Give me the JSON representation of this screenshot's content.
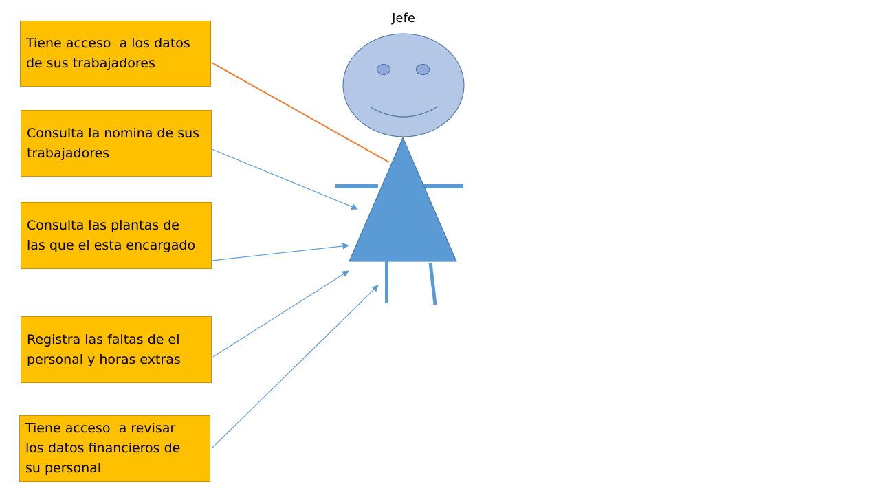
{
  "actor": {
    "name": "Jefe"
  },
  "responsibilities": [
    {
      "text": "Tiene acceso  a los datos\nde sus trabajadores"
    },
    {
      "text": "Consulta la nomina de sus\ntrabajadores"
    },
    {
      "text": "Consulta las plantas de\nlas que el esta encargado"
    },
    {
      "text": "Registra las faltas de el\npersonal y horas extras"
    },
    {
      "text": "Tiene acceso  a revisar\nlos datos financieros de\nsu personal"
    }
  ],
  "colors": {
    "box_fill": "#ffc000",
    "box_border": "#c89500",
    "head_fill": "#b4c7e7",
    "head_stroke": "#41719c",
    "eye_fill": "#8faadc",
    "body_fill": "#5b9bd5",
    "arrow": "#5b9bd5",
    "orange_line": "#ed7d31"
  }
}
